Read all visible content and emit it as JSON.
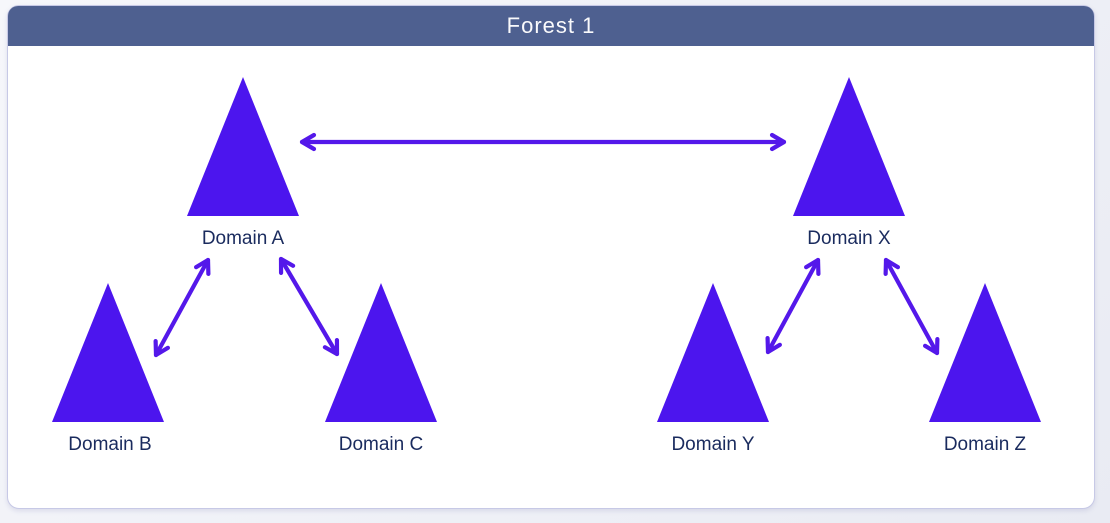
{
  "header": {
    "title": "Forest 1"
  },
  "diagram": {
    "domains": [
      {
        "id": "domain-a",
        "label": "Domain A"
      },
      {
        "id": "domain-b",
        "label": "Domain B"
      },
      {
        "id": "domain-c",
        "label": "Domain C"
      },
      {
        "id": "domain-x",
        "label": "Domain X"
      },
      {
        "id": "domain-y",
        "label": "Domain Y"
      },
      {
        "id": "domain-z",
        "label": "Domain Z"
      }
    ],
    "trusts": [
      {
        "from": "Domain A",
        "to": "Domain X",
        "type": "two-way"
      },
      {
        "from": "Domain A",
        "to": "Domain B",
        "type": "two-way"
      },
      {
        "from": "Domain A",
        "to": "Domain C",
        "type": "two-way"
      },
      {
        "from": "Domain X",
        "to": "Domain Y",
        "type": "two-way"
      },
      {
        "from": "Domain X",
        "to": "Domain Z",
        "type": "two-way"
      }
    ]
  },
  "colors": {
    "header_bg": "#4E6090",
    "header_text": "#FAFAFC",
    "triangle_fill": "#4C15EE",
    "arrow_color": "#5418EA",
    "label_text": "#1A2B5E",
    "card_bg": "#FFFFFF",
    "card_border": "#C7C9E6",
    "page_bg_start": "#F6F7FB",
    "page_bg_end": "#E9EBF3"
  }
}
